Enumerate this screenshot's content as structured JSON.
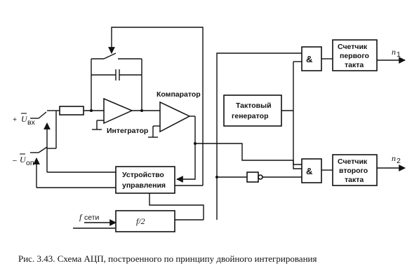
{
  "labels": {
    "comparator": "Компаратор",
    "integrator": "Интегратор",
    "control_unit": [
      "Устройство",
      "управления"
    ],
    "clock_generator": [
      "Тактовый",
      "генератор"
    ],
    "counter1": [
      "Счетчик",
      "первого",
      "такта"
    ],
    "counter2": [
      "Счетчик",
      "второго",
      "такта"
    ],
    "and_gate": "&",
    "divider": "f/2",
    "u_in_sign": "+",
    "u_in_sym": "U",
    "u_in_sub": "вх",
    "u_ref_sign": "–",
    "u_ref_sym": "U",
    "u_ref_sub": "оп",
    "f_sym": "f",
    "f_word": "сети",
    "n1_sym": "n",
    "n1_sub": "1",
    "n2_sym": "n",
    "n2_sub": "2"
  },
  "caption": "Рис. 3.43. Схема АЦП, построенного по принципу двойного интегрирования"
}
